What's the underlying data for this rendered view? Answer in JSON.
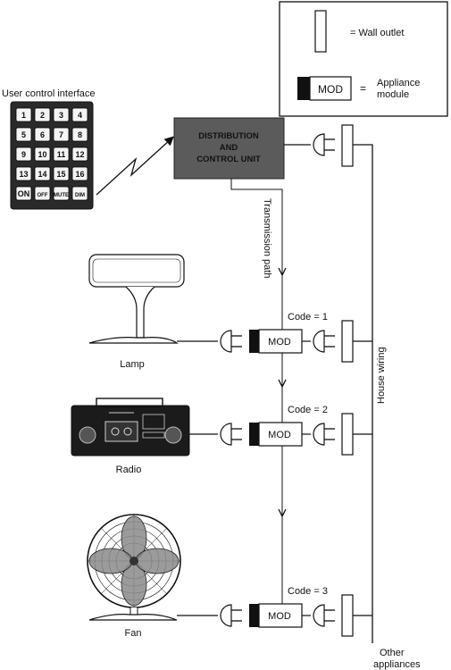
{
  "legend": {
    "wall_outlet_label": "= Wall outlet",
    "module_text": "MOD",
    "module_eq": "=",
    "module_label_line1": "Appliance",
    "module_label_line2": "module"
  },
  "remote": {
    "title": "User control interface",
    "keys": [
      "1",
      "2",
      "3",
      "4",
      "5",
      "6",
      "7",
      "8",
      "9",
      "10",
      "11",
      "12",
      "13",
      "14",
      "15",
      "16",
      "ON",
      "OFF",
      "MUTE",
      "DIM"
    ]
  },
  "control_unit": {
    "line1": "DISTRIBUTION",
    "line2": "AND",
    "line3": "CONTROL UNIT"
  },
  "transmission_label": "Transmission path",
  "house_wiring_label": "House wiring",
  "other_appliances_line1": "Other",
  "other_appliances_line2": "appliances",
  "appliances": [
    {
      "name": "Lamp",
      "code": "Code = 1",
      "module": "MOD"
    },
    {
      "name": "Radio",
      "code": "Code = 2",
      "module": "MOD"
    },
    {
      "name": "Fan",
      "code": "Code = 3",
      "module": "MOD"
    }
  ]
}
